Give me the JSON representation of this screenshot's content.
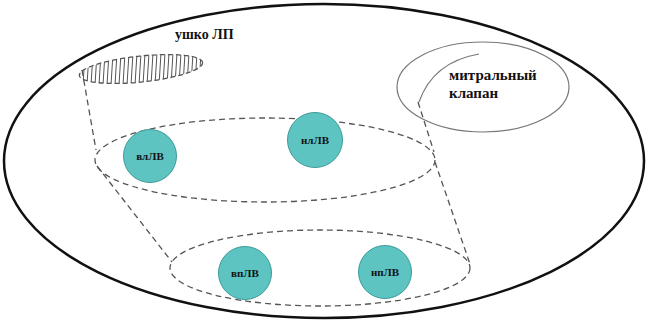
{
  "diagram": {
    "nodes": [
      {
        "text": [
          "ушко ЛП"
        ]
      },
      {
        "text": [
          "митральный клапан"
        ]
      },
      {
        "text": [
          "влЛВ"
        ]
      },
      {
        "text": [
          "нлЛВ"
        ]
      },
      {
        "text": [
          "впЛВ"
        ]
      },
      {
        "text": [
          "нпЛВ"
        ]
      }
    ]
  }
}
